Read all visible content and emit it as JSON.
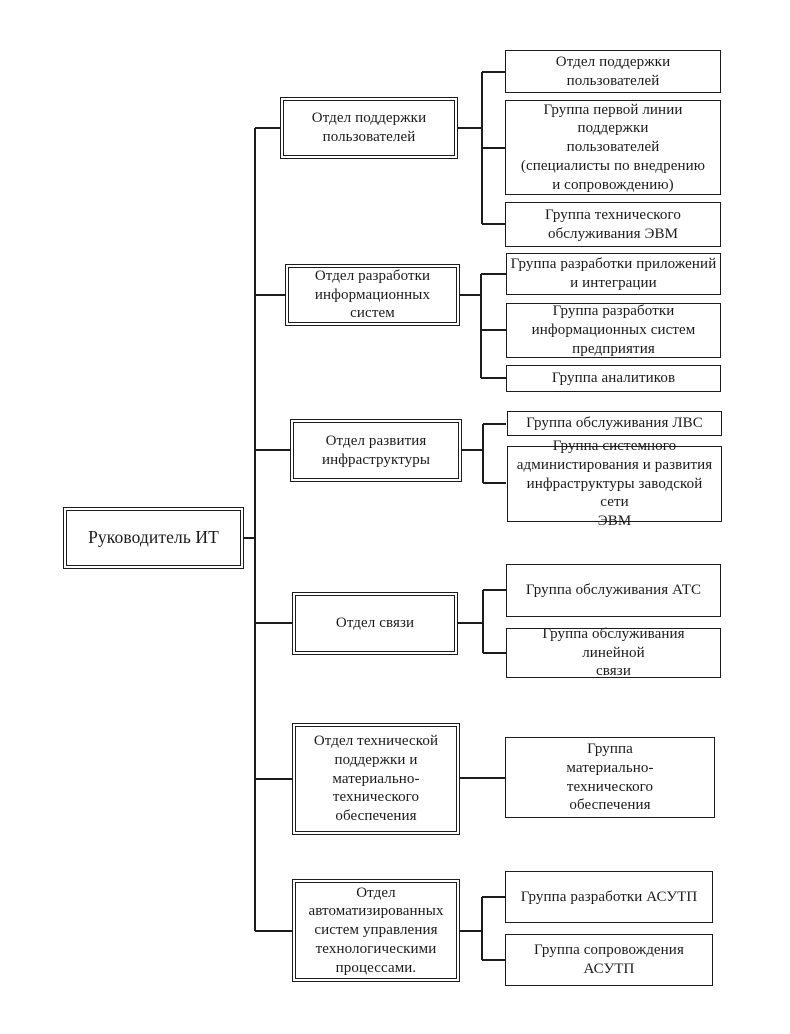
{
  "diagram": {
    "type": "org-chart",
    "root": {
      "label": "Руководитель ИТ"
    },
    "departments": [
      {
        "label": "Отдел поддержки\nпользователей",
        "groups": [
          "Отдел поддержки\nпользователей",
          "Группа первой линии\nподдержки\nпользователей\n(специалисты по внедрению\nи сопровождению)",
          "Группа технического\nобслуживания ЭВМ"
        ]
      },
      {
        "label": "Отдел разработки\nинформационных\nсистем",
        "groups": [
          "Группа разработки приложений\nи интеграции",
          "Группа разработки\nинформационных систем\nпредприятия",
          "Группа аналитиков"
        ]
      },
      {
        "label": "Отдел развития\nинфраструктуры",
        "groups": [
          "Группа обслуживания ЛВС",
          "Группа системного\nадминистирования и развития\nинфраструктуры заводской сети\nЭВМ"
        ]
      },
      {
        "label": "Отдел связи",
        "groups": [
          "Группа обслуживания АТС",
          "Группа обслуживания линейной\nсвязи"
        ]
      },
      {
        "label": "Отдел технической\nподдержки и\nматериально-\nтехнического\nобеспечения",
        "groups": [
          "Группа\nматериально-\nтехнического\nобеспечения"
        ]
      },
      {
        "label": "Отдел\nавтоматизированных\nсистем управления\nтехнологическими\nпроцессами.",
        "groups": [
          "Группа разработки АСУТП",
          "Группа сопровождения АСУТП"
        ]
      }
    ]
  }
}
